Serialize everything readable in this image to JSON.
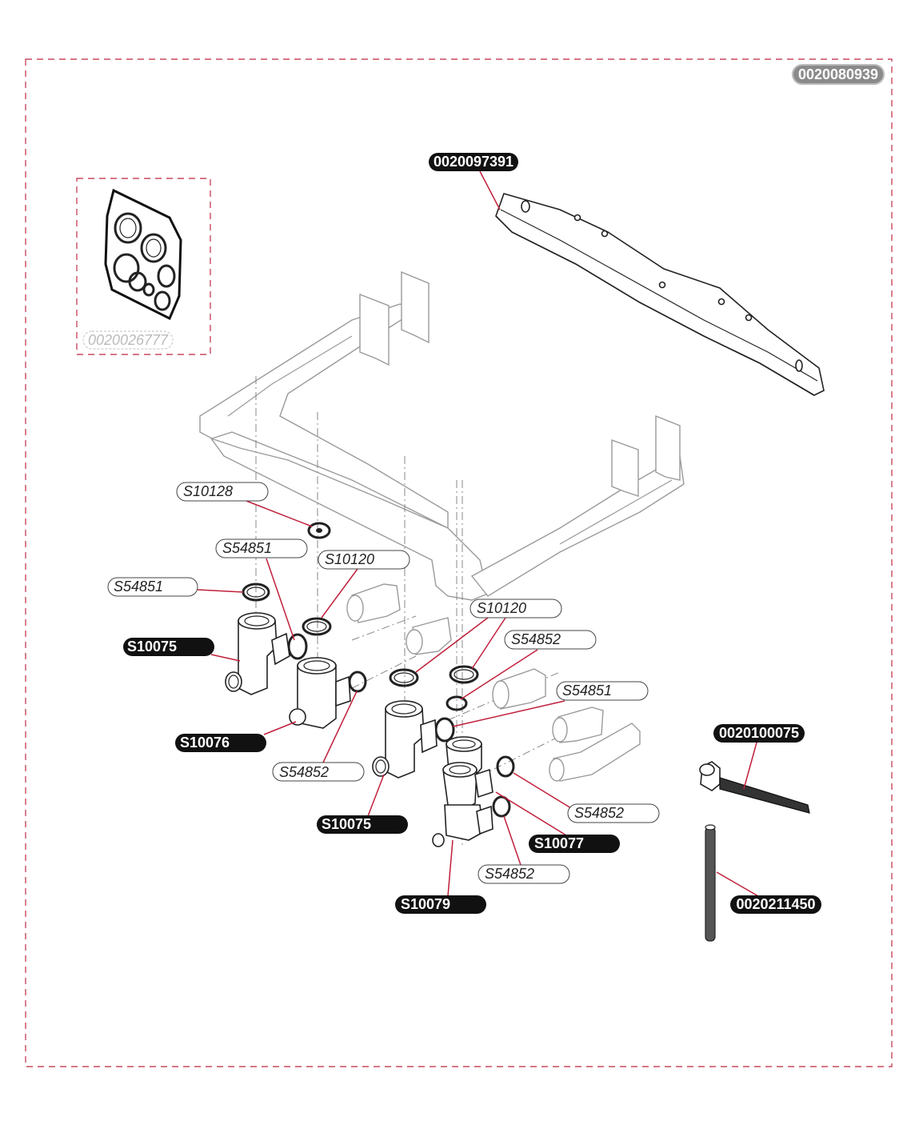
{
  "diagram": {
    "assembly_code": "0020080939",
    "seal_kit_code": "0020026777",
    "labels": {
      "rail": "0020097391",
      "s10128": "S10128",
      "s54851_a": "S54851",
      "s54851_b": "S54851",
      "s10120_a": "S10120",
      "s10075_a": "S10075",
      "s10120_b": "S10120",
      "s54852_a": "S54852",
      "s54851_c": "S54851",
      "s10076": "S10076",
      "s54852_b": "S54852",
      "s10075_b": "S10075",
      "s54852_c": "S54852",
      "s10077": "S10077",
      "s54852_d": "S54852",
      "s10079": "S10079",
      "bolt": "0020100075",
      "rod": "0020211450"
    },
    "colors": {
      "frame_dash": "#c84a5e",
      "leader": "#c0203a",
      "label_black": "#111111",
      "label_grey": "#8a8a8a"
    }
  }
}
